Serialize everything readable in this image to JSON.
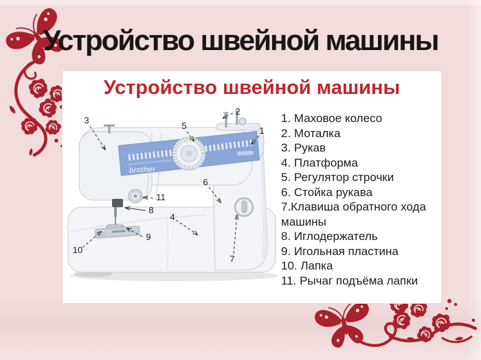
{
  "slide": {
    "title": "Устройство швейной машины"
  },
  "panel": {
    "title": "Устройство швейной машины"
  },
  "machine": {
    "brand": "brother",
    "callouts": [
      "1",
      "2",
      "3",
      "4",
      "5",
      "6",
      "7",
      "8",
      "9",
      "10",
      "11"
    ]
  },
  "parts": [
    "1. Маховое колесо",
    "2. Моталка",
    "3. Рукав",
    "4. Платформа",
    "5. Регулятор строчки",
    "6. Стойка рукава",
    "7.Клавиша обратного хода машины",
    "8. Иглодержатель",
    "9. Игольная пластина",
    "10. Лапка",
    "11. Рычаг подъёма лапки"
  ],
  "colors": {
    "background": "#f2dcdc",
    "ornament_red": "#a8212b",
    "panel_title_red": "#c0262b",
    "title_black": "#171717",
    "machine_panel_blue": "#8aa6d6"
  }
}
